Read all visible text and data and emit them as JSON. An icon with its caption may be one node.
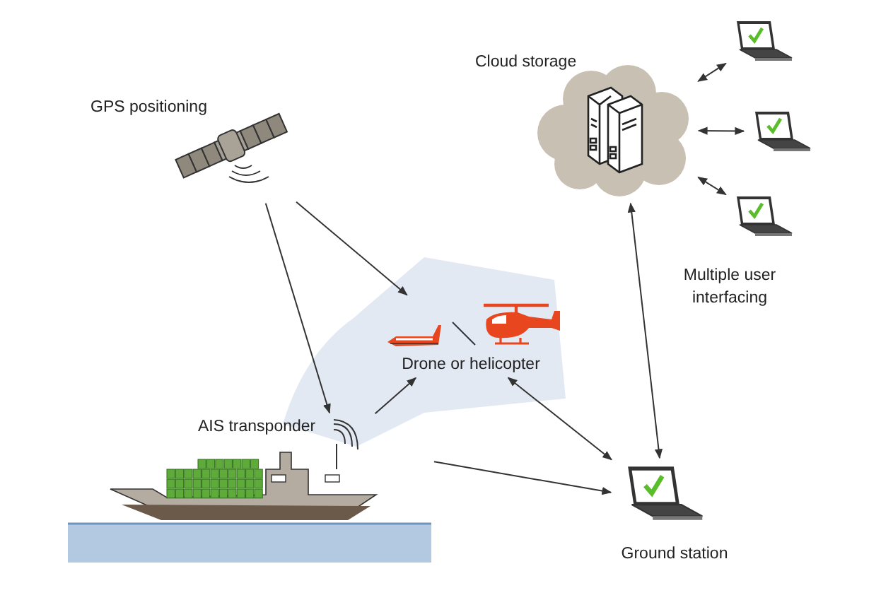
{
  "diagram": {
    "nodes": [
      {
        "text": [
          "GPS positioning"
        ]
      },
      {
        "text": [
          "Cloud storage"
        ]
      },
      {
        "text": [],
        "shape": "picture"
      },
      {
        "text": [],
        "shape": "picture"
      },
      {
        "text": [],
        "shape": "picture"
      },
      {
        "text": [
          "Drone or helicopter"
        ]
      },
      {
        "text": [
          "AIS transponder"
        ]
      },
      {
        "text": [
          "Ground station"
        ]
      }
    ],
    "edges": [
      {
        "from": 0,
        "to": 6,
        "arrow": "to"
      },
      {
        "from": 0,
        "to": 5,
        "arrow": "to"
      },
      {
        "from": 6,
        "to": 5,
        "arrow": "to"
      },
      {
        "from": 6,
        "to": 7,
        "arrow": "to"
      },
      {
        "from": 5,
        "to": 7,
        "arrow": "both"
      },
      {
        "from": 7,
        "to": 1,
        "arrow": "both"
      },
      {
        "from": 1,
        "to": 2,
        "arrow": "both"
      },
      {
        "from": 1,
        "to": 3,
        "arrow": "both"
      },
      {
        "from": 1,
        "to": 4,
        "arrow": "both"
      }
    ],
    "labels": [
      "Multiple user interfacing"
    ]
  }
}
